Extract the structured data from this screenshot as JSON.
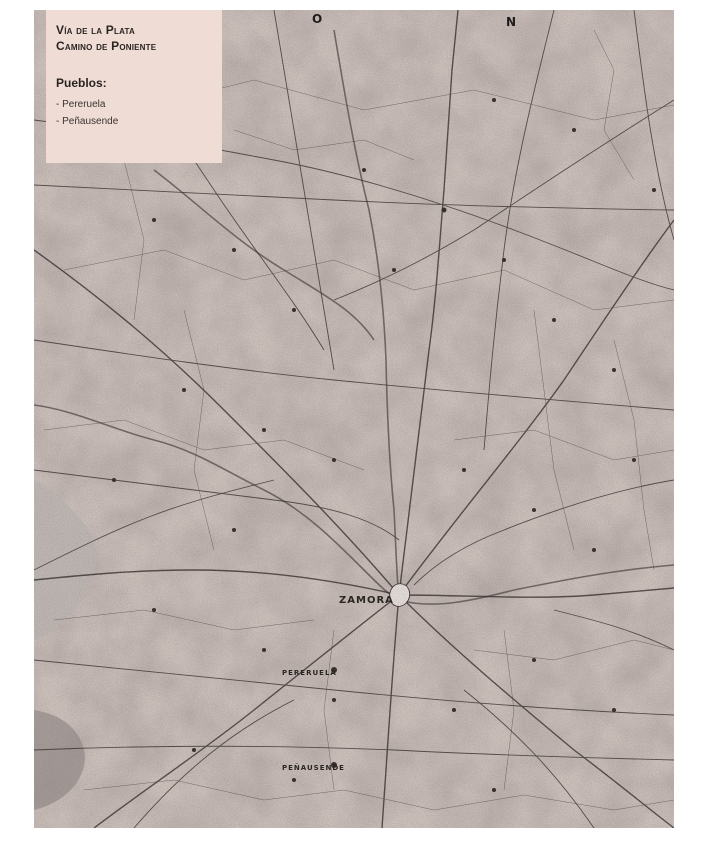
{
  "legend": {
    "title_line_1": "Vía de la Plata",
    "title_line_2": "Camino de Poniente",
    "pueblos_heading": "Pueblos:",
    "pueblos": [
      "- Pereruela",
      "- Peñausende"
    ]
  },
  "compass": {
    "west": "O",
    "north": "N"
  },
  "places": [
    {
      "name": "ZAMORA",
      "kind": "city"
    },
    {
      "name": "PERERUELA",
      "kind": "town"
    },
    {
      "name": "PEÑAUSENDE",
      "kind": "town"
    }
  ],
  "colors": {
    "paper": "#d9cdc8",
    "legend_bg": "#efdcd5",
    "ink": "#2b2624",
    "water": "#c8c1be"
  }
}
